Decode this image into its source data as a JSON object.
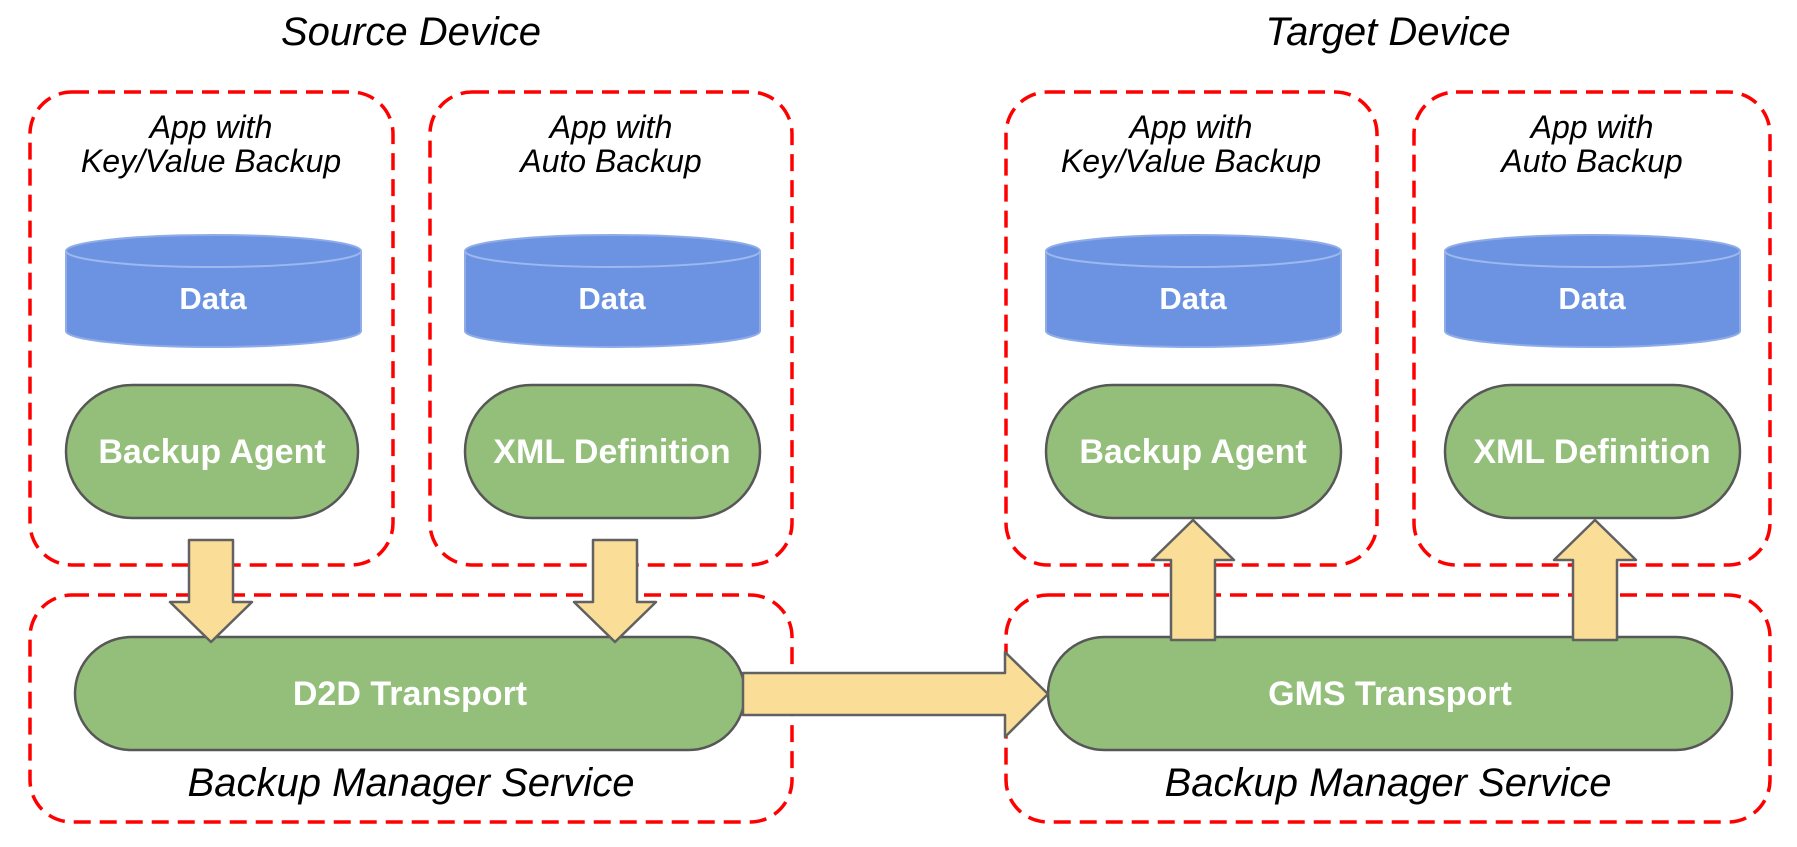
{
  "colors": {
    "dashed_border_red": "#FF0000",
    "cylinder_blue": "#6C93E2",
    "cylinder_highlight_blue": "#9DB8EE",
    "pill_green": "#94BF7B",
    "arrow_yellow": "#FADE98",
    "shape_border_gray": "#575757",
    "text_black": "#000000",
    "text_white": "#FFFFFF"
  },
  "source": {
    "title": "Source Device",
    "apps": [
      {
        "name_line1": "App with",
        "name_line2": "Key/Value Backup",
        "data": "Data",
        "component": "Backup Agent"
      },
      {
        "name_line1": "App with",
        "name_line2": "Auto Backup",
        "data": "Data",
        "component": "XML Definition"
      }
    ],
    "service": {
      "transport": "D2D Transport",
      "label": "Backup Manager Service"
    }
  },
  "target": {
    "title": "Target Device",
    "apps": [
      {
        "name_line1": "App with",
        "name_line2": "Key/Value Backup",
        "data": "Data",
        "component": "Backup Agent"
      },
      {
        "name_line1": "App with",
        "name_line2": "Auto Backup",
        "data": "Data",
        "component": "XML Definition"
      }
    ],
    "service": {
      "transport": "GMS Transport",
      "label": "Backup Manager Service"
    }
  }
}
